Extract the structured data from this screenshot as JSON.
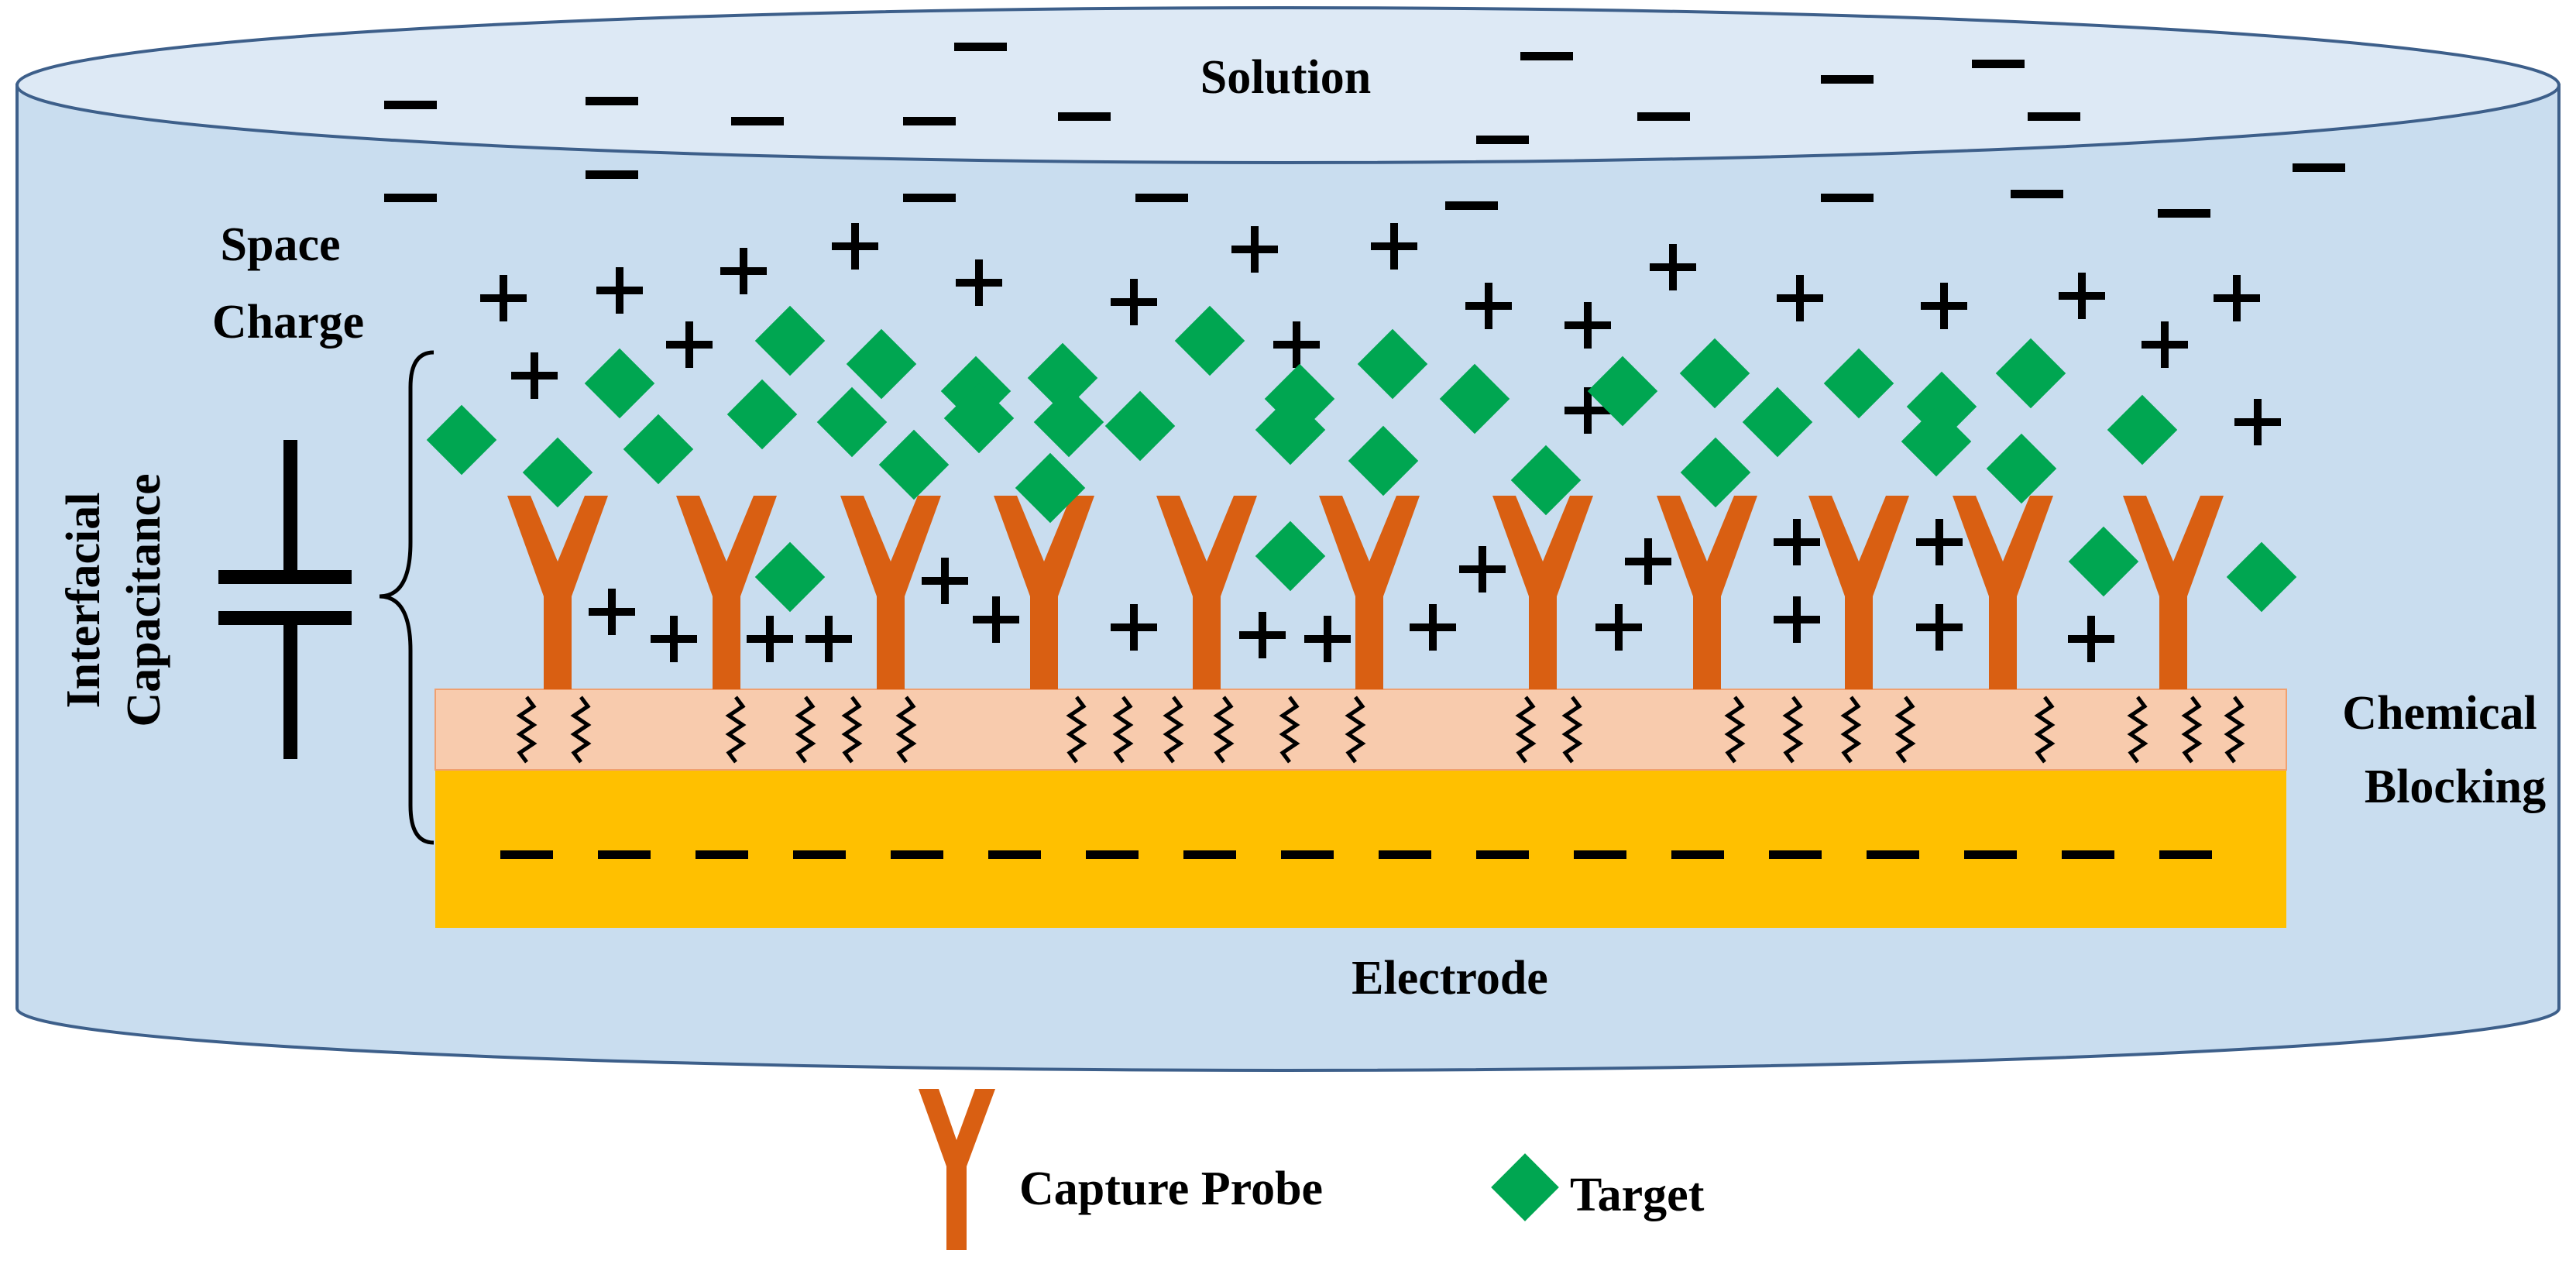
{
  "labels": {
    "solution": "Solution",
    "space_charge_line1": "Space",
    "space_charge_line2": "Charge",
    "interfacial_line1": "Interfacial",
    "interfacial_line2": "Capacitance",
    "chemical_line1": "Chemical",
    "chemical_line2": "Blocking",
    "electrode": "Electrode"
  },
  "legend": {
    "probe_label": "Capture Probe",
    "target_label": "Target"
  },
  "symbols": {
    "negative": "−",
    "positive": "+"
  },
  "colors": {
    "solution_fill": "#c9ddef",
    "solution_top": "#dde9f5",
    "outline": "#3d5f8a",
    "electrode": "#ffc000",
    "blocking_layer": "#f8cbad",
    "probe": "#d95f12",
    "target": "#00a651",
    "ink": "#000000"
  }
}
